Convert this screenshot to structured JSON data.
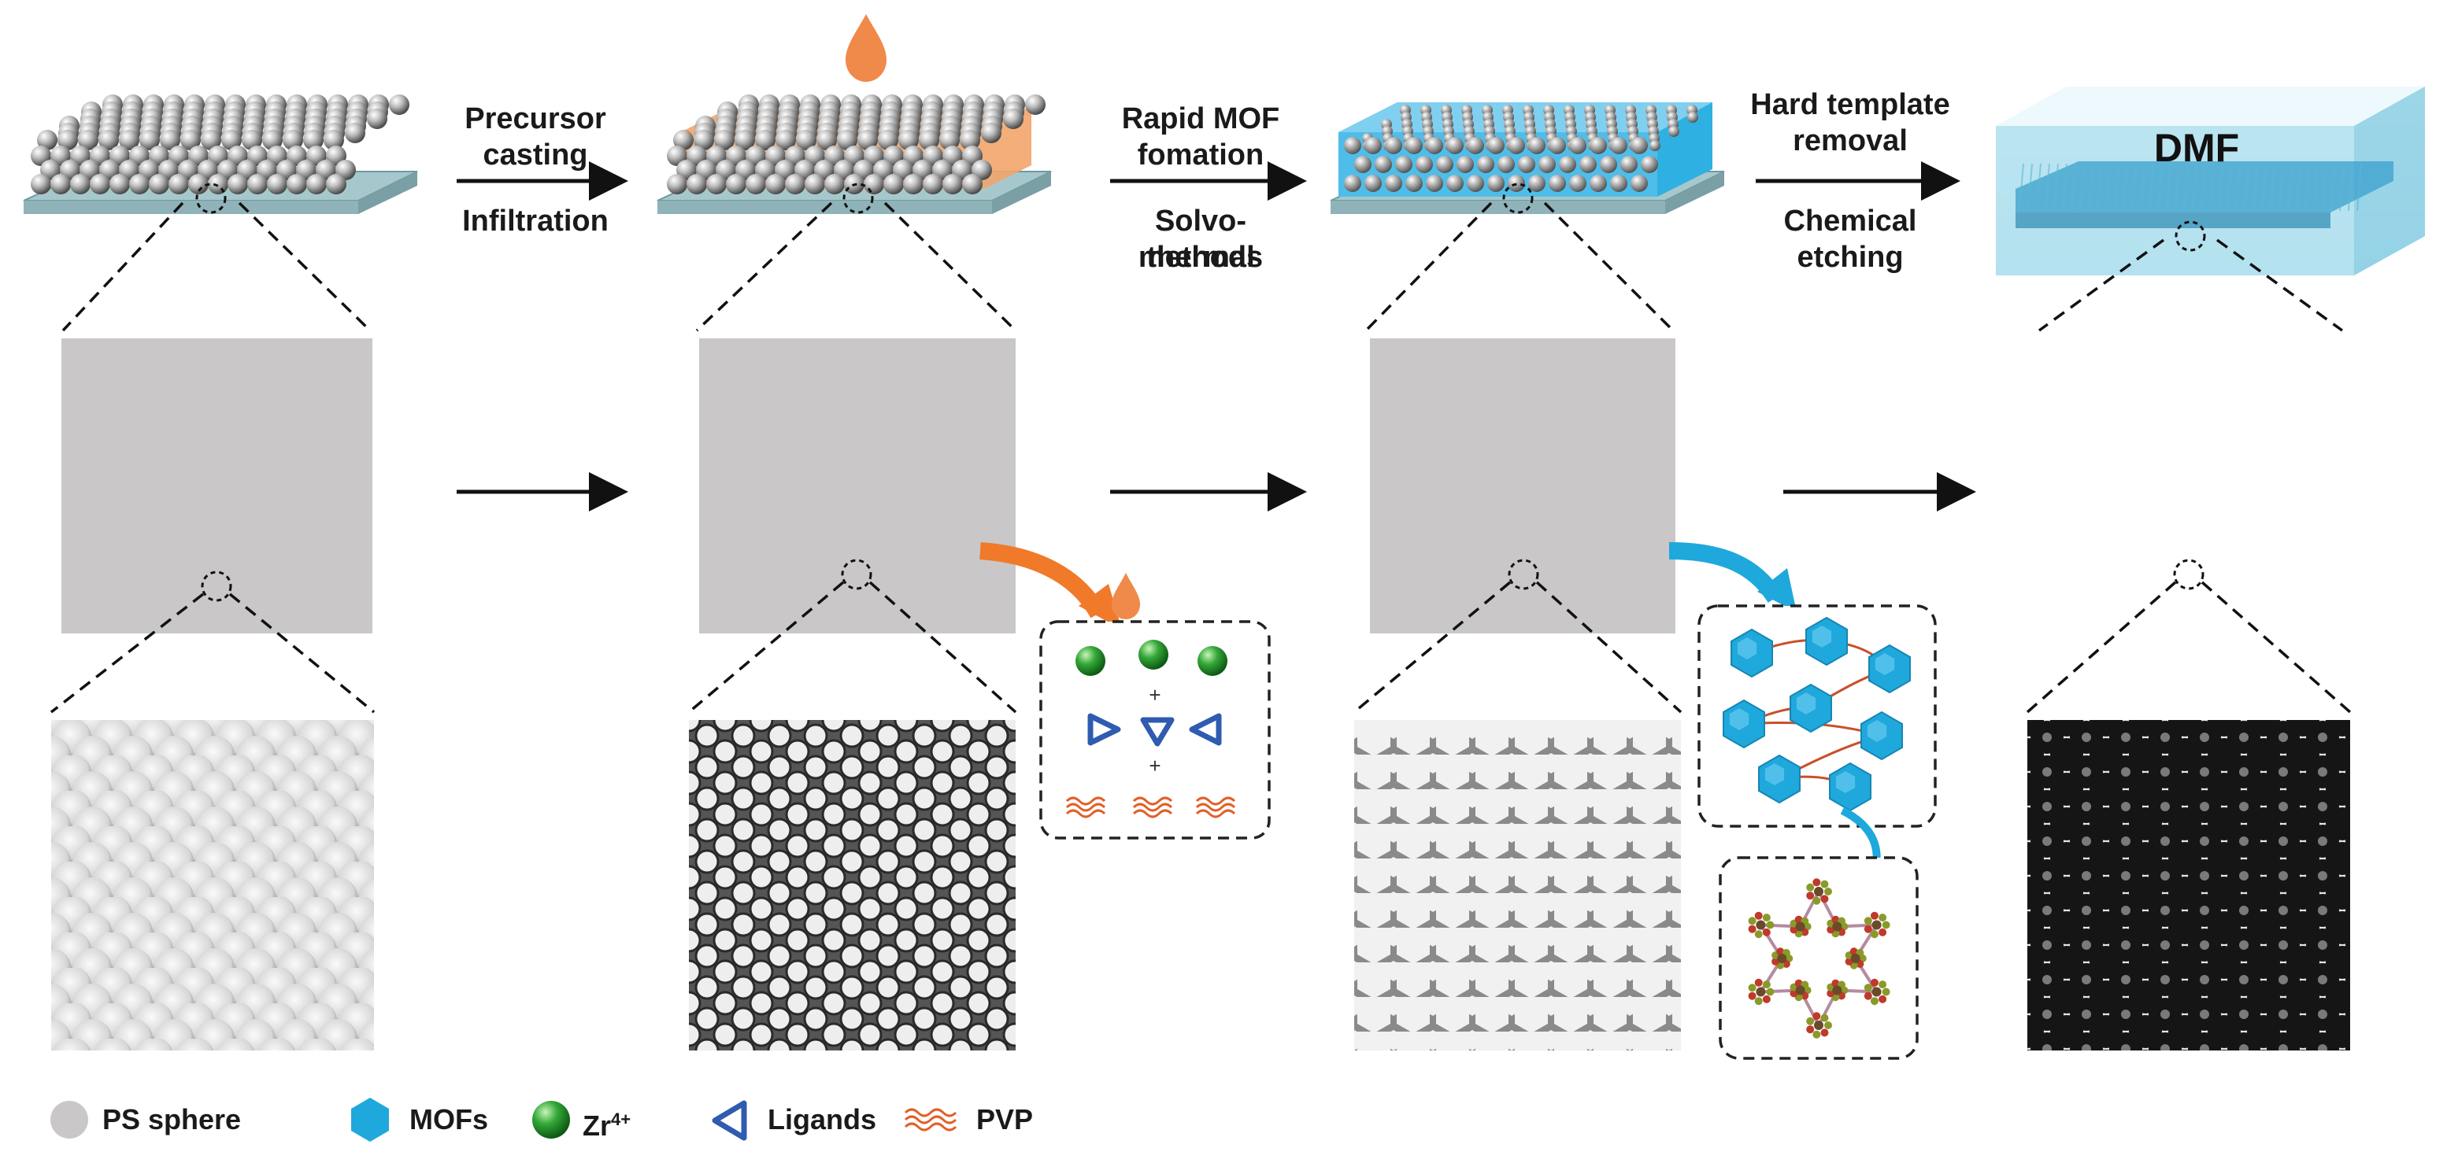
{
  "steps": {
    "step1": {
      "line1": "Precursor",
      "line2": "casting",
      "line3": "Infiltration"
    },
    "step2": {
      "line1": "Rapid MOF",
      "line2": "fomation",
      "line3": "Solvo-thermal",
      "line4": "methods"
    },
    "step3": {
      "line1": "Hard template",
      "line2": "removal",
      "line3": "Chemical",
      "line4": "etching"
    }
  },
  "solvent_label": "DMF",
  "inset_plus": "+",
  "legend": {
    "ps_sphere": "PS sphere",
    "mofs": "MOFs",
    "zr_base": "Zr",
    "zr_charge": "4+",
    "ligands": "Ligands",
    "pvp": "PVP"
  },
  "colors": {
    "ps_sphere": "#c9c7c8",
    "precursor": "#f39a4a",
    "mof": "#1fa8dc",
    "zr_ball": "#2e9e34",
    "ligand": "#2f5bb0",
    "pvp": "#e0612a",
    "droplet": "#f08a4b"
  }
}
